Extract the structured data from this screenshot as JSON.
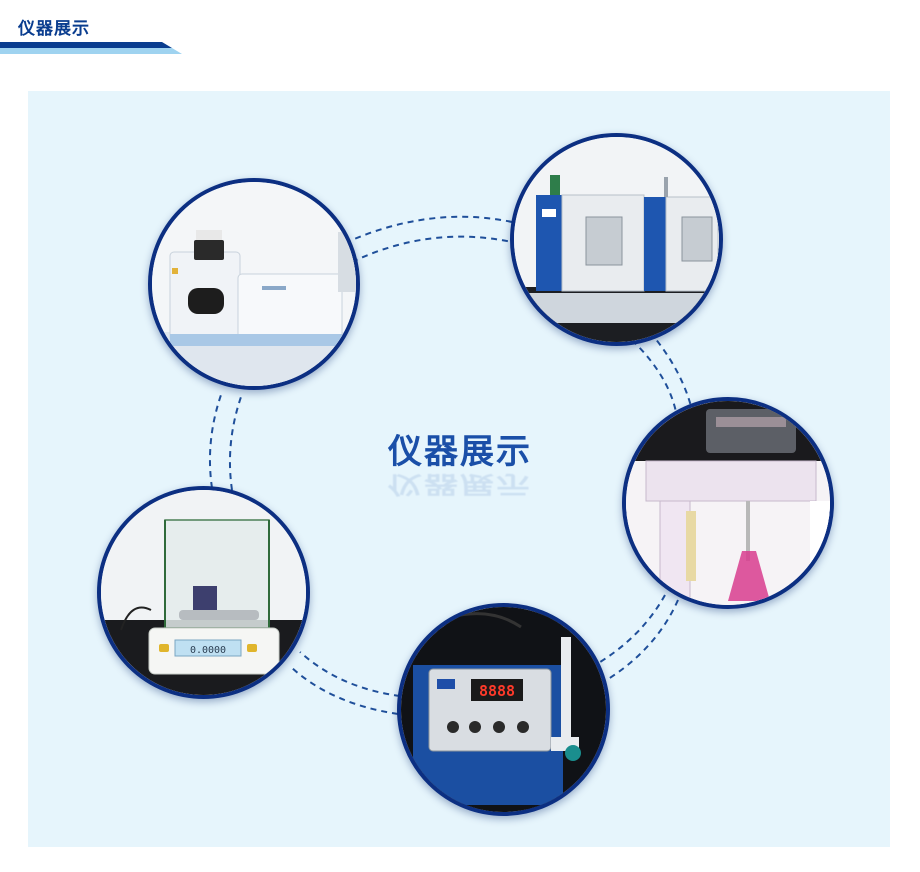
{
  "header": {
    "title": "仪器展示"
  },
  "center": {
    "title": "仪器展示"
  },
  "colors": {
    "accent": "#0a3d8f",
    "ring": "#0c2f82",
    "panel": "#e6f5fc"
  },
  "photos": [
    {
      "icon": "spectrometer-photo"
    },
    {
      "icon": "drying-oven-photo"
    },
    {
      "icon": "titrator-photo"
    },
    {
      "icon": "ph-meter-photo"
    },
    {
      "icon": "analytical-balance-photo"
    }
  ],
  "ph_meter": {
    "display": "8888"
  },
  "balance": {
    "display": "0.0000"
  }
}
